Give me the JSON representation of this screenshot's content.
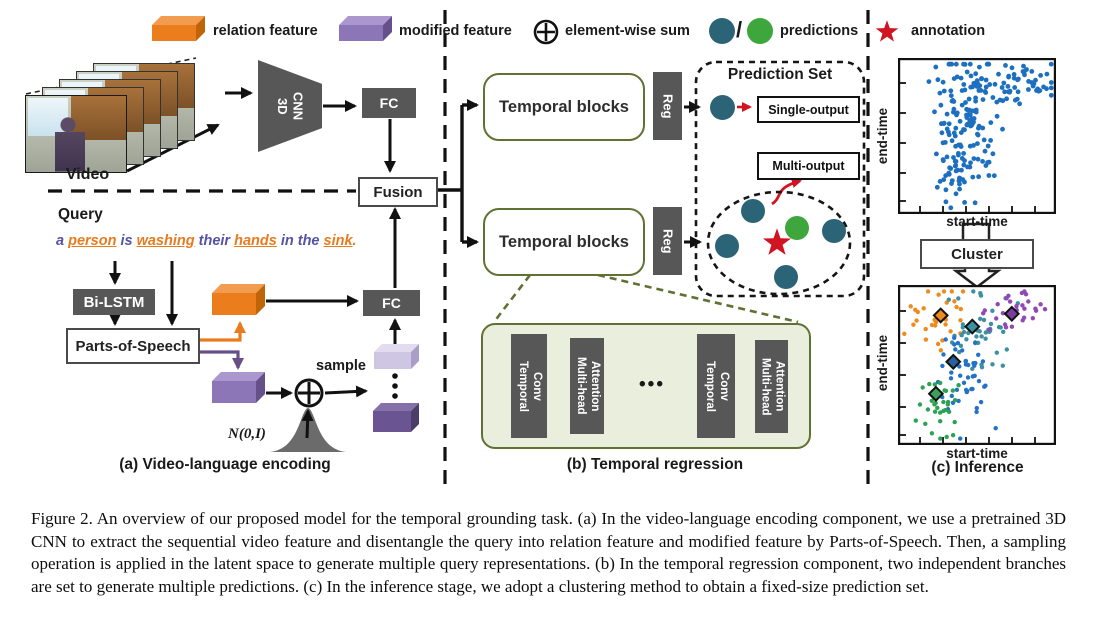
{
  "legend": {
    "items": [
      {
        "label": "relation feature"
      },
      {
        "label": "modified feature"
      },
      {
        "label": "element-wise sum"
      },
      {
        "label": "predictions"
      },
      {
        "label": "annotation"
      }
    ],
    "slash": "/"
  },
  "panel_a": {
    "video_label": "Video",
    "cnn_line1": "3D",
    "cnn_line2": "CNN",
    "fc1": "FC",
    "fusion": "Fusion",
    "query_title": "Query",
    "query_tokens": [
      {
        "t": "a ",
        "c": "plain"
      },
      {
        "t": "person",
        "c": "kw"
      },
      {
        "t": " is ",
        "c": "plain"
      },
      {
        "t": "washing",
        "c": "kw"
      },
      {
        "t": " their ",
        "c": "plain"
      },
      {
        "t": "hands",
        "c": "kw"
      },
      {
        "t": " in the ",
        "c": "plain"
      },
      {
        "t": "sink",
        "c": "kw"
      },
      {
        "t": ".",
        "c": "kwp"
      }
    ],
    "bilstm": "Bi-LSTM",
    "pos": "Parts-of-Speech",
    "fc2": "FC",
    "sample_label": "sample",
    "noise_label": "N(0,I)",
    "caption": "(a) Video-language encoding"
  },
  "panel_b": {
    "temporal_blocks_top": "Temporal blocks",
    "temporal_blocks_bottom": "Temporal blocks",
    "reg_top": "Reg",
    "reg_bottom": "Reg",
    "prediction_set_title": "Prediction Set",
    "single_output": "Single-output",
    "multi_output": "Multi-output",
    "detail": {
      "tc1_l1": "Temporal",
      "tc1_l2": "Conv",
      "mha1_l1": "Multi-head",
      "mha1_l2": "Attention",
      "dots": "•••",
      "tc2_l1": "Temporal",
      "tc2_l2": "Conv",
      "mha2_l1": "Multi-head",
      "mha2_l2": "Attention"
    },
    "caption": "(b) Temporal regression"
  },
  "panel_c": {
    "cluster_label": "Cluster",
    "top_plot": {
      "xlabel": "start-time",
      "ylabel": "end-time"
    },
    "bottom_plot": {
      "xlabel": "start-time",
      "ylabel": "end-time"
    },
    "caption": "(c) Inference"
  },
  "chart_data": [
    {
      "type": "scatter",
      "id": "scatter-predictions",
      "title": "predictions before clustering",
      "xlabel": "start-time",
      "ylabel": "end-time",
      "axes_numeric": false,
      "seed": 7,
      "dot_radius": 2.4,
      "color": "#1d6fc0",
      "clusters": [
        {
          "cx": 0.42,
          "cy": 0.42,
          "sx": 0.09,
          "sy": 0.2,
          "n": 120
        },
        {
          "cx": 0.58,
          "cy": 0.16,
          "sx": 0.17,
          "sy": 0.08,
          "n": 55
        },
        {
          "cx": 0.84,
          "cy": 0.17,
          "sx": 0.09,
          "sy": 0.07,
          "n": 22
        },
        {
          "cx": 0.36,
          "cy": 0.75,
          "sx": 0.07,
          "sy": 0.11,
          "n": 30
        }
      ]
    },
    {
      "type": "scatter",
      "id": "scatter-clustered",
      "title": "clustered predictions with centroids",
      "xlabel": "start-time",
      "ylabel": "end-time",
      "axes_numeric": false,
      "seed": 13,
      "dot_radius": 2.2,
      "color": "#2472c8",
      "clusters": [
        {
          "name": "orange",
          "cx": 0.26,
          "cy": 0.2,
          "sx": 0.1,
          "sy": 0.1,
          "n": 34,
          "color": "#ef8a1f"
        },
        {
          "name": "teal",
          "cx": 0.5,
          "cy": 0.28,
          "sx": 0.11,
          "sy": 0.13,
          "n": 44,
          "color": "#3d8fa2"
        },
        {
          "name": "purple",
          "cx": 0.77,
          "cy": 0.17,
          "sx": 0.11,
          "sy": 0.08,
          "n": 30,
          "color": "#9149b5"
        },
        {
          "name": "blue",
          "cx": 0.42,
          "cy": 0.55,
          "sx": 0.09,
          "sy": 0.13,
          "n": 46,
          "color": "#2472c8"
        },
        {
          "name": "green",
          "cx": 0.27,
          "cy": 0.76,
          "sx": 0.08,
          "sy": 0.11,
          "n": 34,
          "color": "#2ca353"
        }
      ],
      "centroids": [
        {
          "x": 0.27,
          "y": 0.19,
          "color": "#ef8a1f"
        },
        {
          "x": 0.47,
          "y": 0.26,
          "color": "#3d8fa2"
        },
        {
          "x": 0.72,
          "y": 0.18,
          "color": "#7a3da0"
        },
        {
          "x": 0.35,
          "y": 0.48,
          "color": "#2a5f9e"
        },
        {
          "x": 0.24,
          "y": 0.68,
          "color": "#3aa05c"
        }
      ]
    }
  ],
  "figure_caption": "Figure 2. An overview of our proposed model for the temporal grounding task. (a) In the video-language encoding component, we use a pretrained 3D CNN to extract the sequential video feature and disentangle the query into relation feature and modified feature by Parts-of-Speech. Then, a sampling operation is applied in the latent space to generate multiple query representations. (b) In the temporal regression component, two independent branches are set to generate multiple predictions. (c) In the inference stage, we adopt a clustering method to obtain a fixed-size prediction set.",
  "colors": {
    "orangeFront": "#ec7d1c",
    "orangeTop": "#f29c50",
    "orangeSide": "#c06408",
    "purpleFront": "#8d76b8",
    "purpleTop": "#ab97ce",
    "purpleSide": "#665089",
    "lpurpleFront": "#cfc6e4",
    "lpurpleTop": "#e2dcf0",
    "lpurpleSide": "#aa9dc6",
    "dpurpleFront": "#6a5492",
    "dpurpleTop": "#8570a8",
    "dpurpleSide": "#4c3c6a",
    "darkbox": "#575757",
    "olive": "#5f7233",
    "detailFill": "#e9efdc",
    "teal": "#2b6477",
    "green": "#3da63c",
    "red": "#d11422",
    "scatterBlue": "#1d6fc0",
    "queryPlain": "#5553a2",
    "queryKw": "#e87b1e"
  }
}
